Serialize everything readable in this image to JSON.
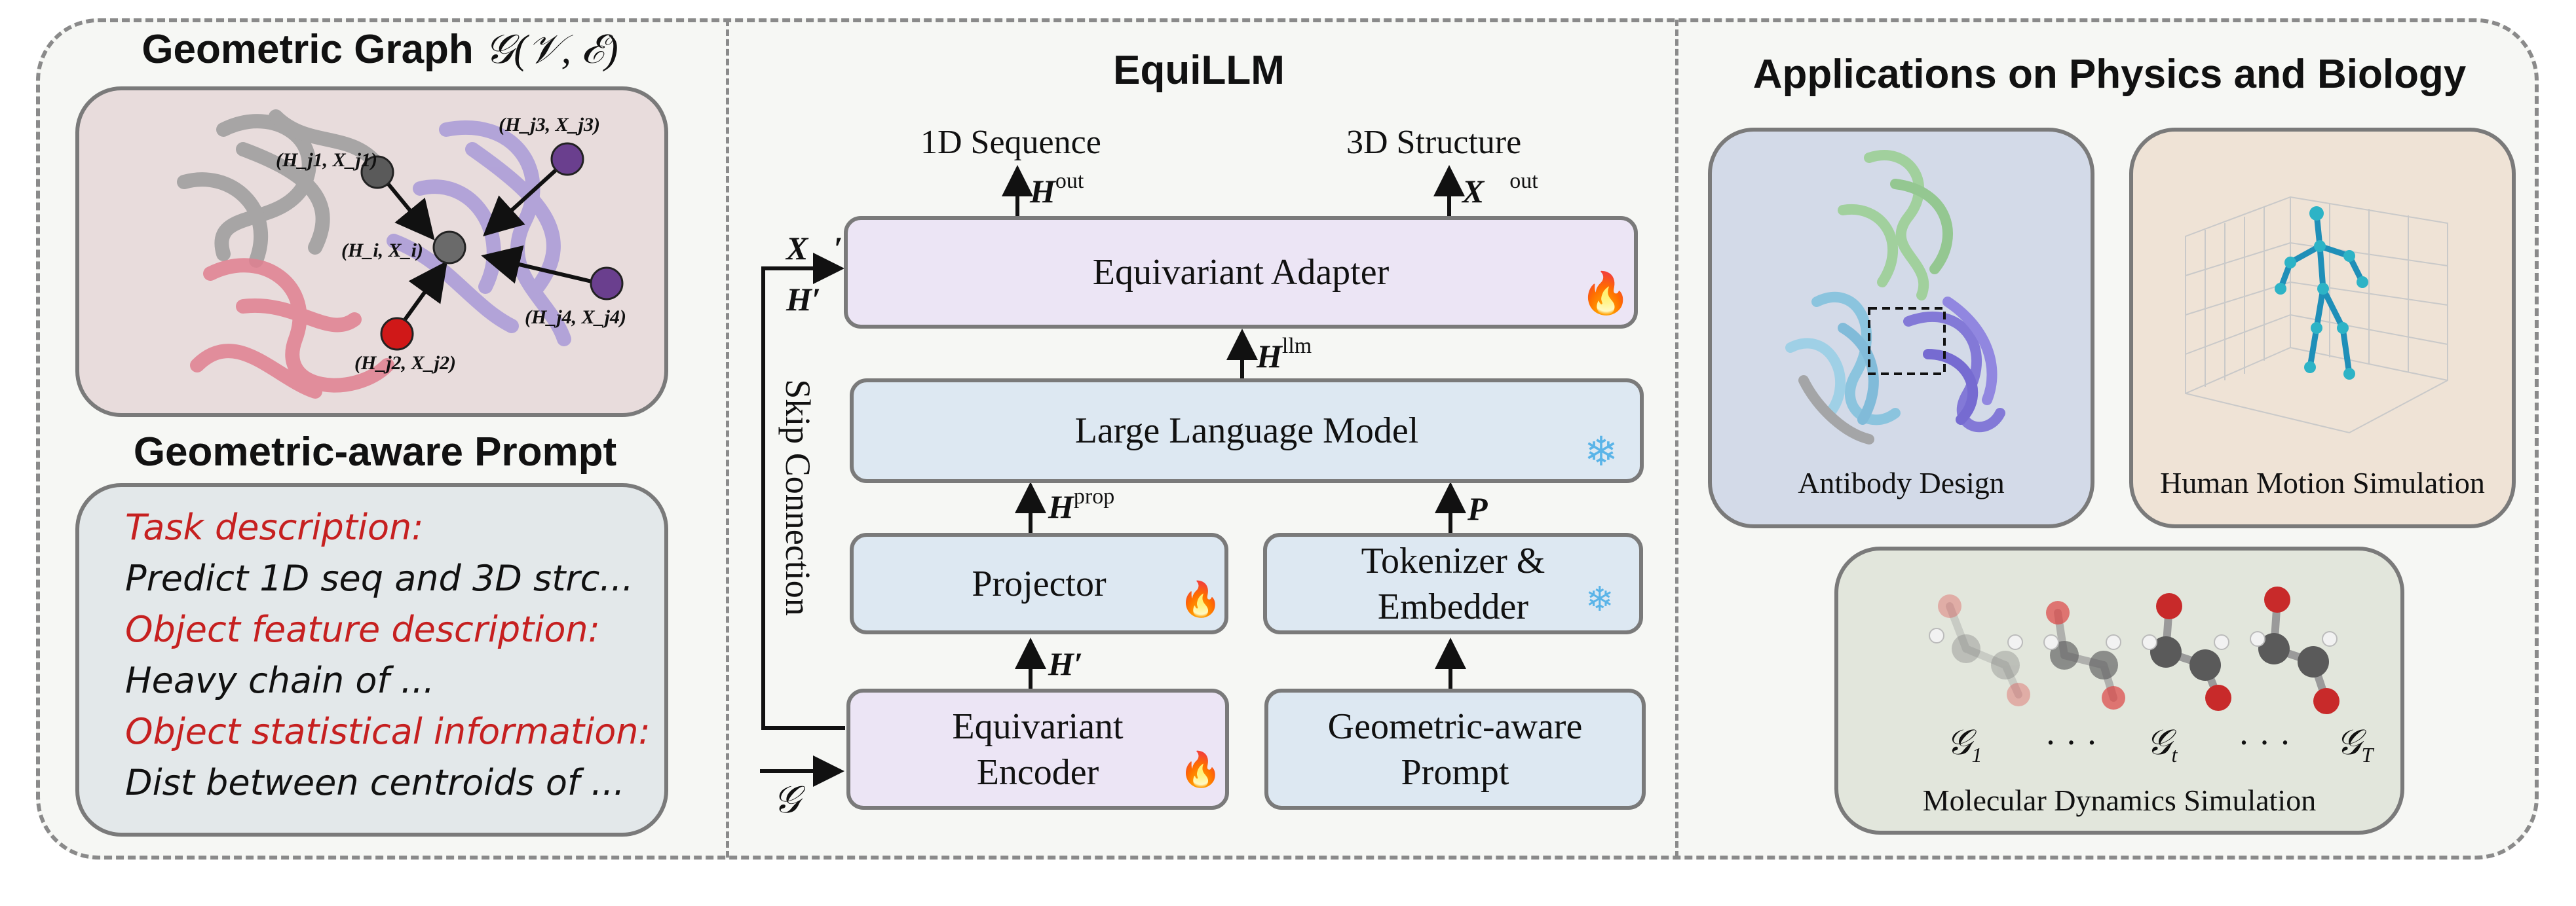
{
  "left": {
    "graph_title": "Geometric Graph",
    "graph_title_math": "𝒢(𝒱, ℰ)",
    "node_labels": [
      "(H_j1, X_j1)",
      "(H_j3, X_j3)",
      "(H_i, X_i)",
      "(H_j4, X_j4)",
      "(H_j2, X_j2)"
    ],
    "prompt_title": "Geometric-aware Prompt",
    "prompt_lines": [
      {
        "text": "Task description:",
        "style": "heading"
      },
      {
        "text": "Predict 1D seq and 3D strc...",
        "style": "body"
      },
      {
        "text": "Object feature description:",
        "style": "heading"
      },
      {
        "text": "Heavy chain of ...",
        "style": "body"
      },
      {
        "text": "Object statistical information:",
        "style": "heading"
      },
      {
        "text": "Dist between centroids of ...",
        "style": "body"
      }
    ]
  },
  "middle": {
    "title": "EquiLLM",
    "output_seq": "1D Sequence",
    "output_struct": "3D Structure",
    "h_out": "H",
    "h_out_sup": "out",
    "x_out": "X⃗",
    "x_out_sup": "out",
    "adapter": "Equivariant Adapter",
    "h_llm": "H",
    "h_llm_sup": "llm",
    "llm": "Large Language Model",
    "h_prop": "H",
    "h_prop_sup": "prop",
    "p_label": "P",
    "projector": "Projector",
    "tokenizer_line1": "Tokenizer &",
    "tokenizer_line2": "Embedder",
    "h_prime": "H′",
    "encoder_line1": "Equivariant",
    "encoder_line2": "Encoder",
    "prompt_line1": "Geometric-aware",
    "prompt_line2": "Prompt",
    "skip": "Skip Connection",
    "x_prime": "X⃗′",
    "h_prime_side": "H′",
    "g_input": "𝒢"
  },
  "right": {
    "title": "Applications on Physics and Biology",
    "antibody": "Antibody Design",
    "motion": "Human Motion Simulation",
    "md": "Molecular Dynamics Simulation",
    "md_labels": [
      "𝒢",
      "· · ·",
      "𝒢",
      "· · ·",
      "𝒢"
    ],
    "md_subs": [
      "1",
      "",
      "t",
      "",
      "T"
    ]
  },
  "icons": {
    "fire": "fire-icon",
    "snow": "snowflake-icon"
  },
  "colors": {
    "lavender": "#ece5f5",
    "blue": "#dde8f2",
    "red_text": "#c62020"
  }
}
